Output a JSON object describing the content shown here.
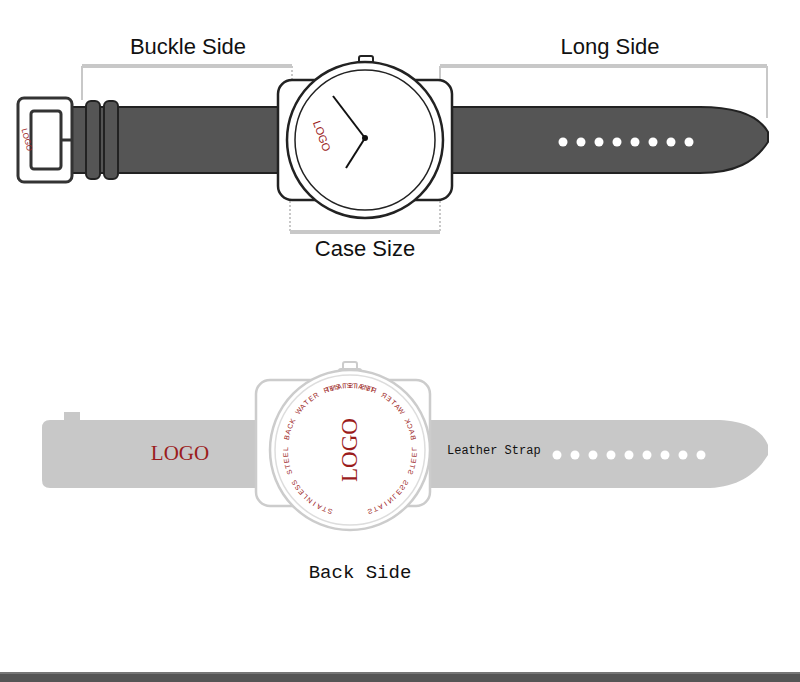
{
  "diagram": {
    "labels": [
      "Buckle Side",
      "Long Side",
      "Case Size",
      "LOGO",
      "LOGO",
      "LOGO",
      "LOGO",
      "STAINLESS STEEL BACK WATER RESISTANT",
      "STAINLESS STEEL BACK WATER RESISTANT",
      "Leather Strap",
      "Back Side"
    ]
  }
}
